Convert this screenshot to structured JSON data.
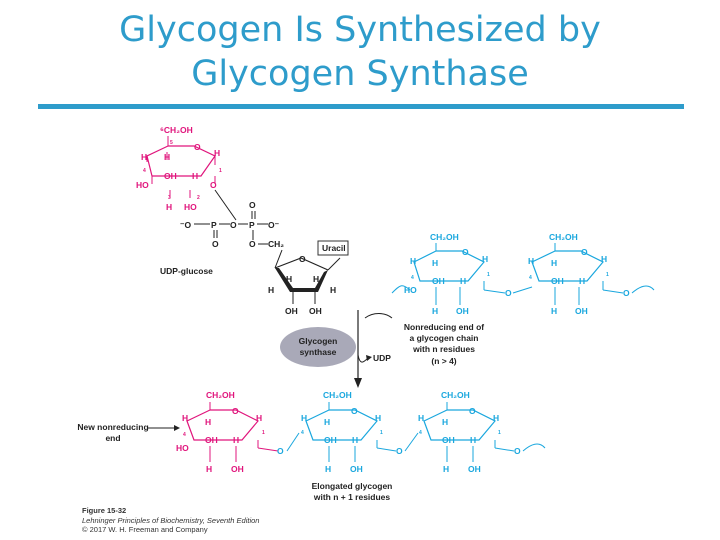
{
  "title_line1": "Glycogen Is Synthesized by",
  "title_line2": "Glycogen Synthase",
  "colors": {
    "title": "#2E9CCB",
    "glucose_new": "#E0157C",
    "glycogen_chain": "#1AA7DE",
    "enzyme_fill": "#A9A9B8",
    "bond": "#222222"
  },
  "labels": {
    "udp_glucose": "UDP-glucose",
    "uracil": "Uracil",
    "enzyme_line1": "Glycogen",
    "enzyme_line2": "synthase",
    "udp": "UDP",
    "nonreducing_1": "Nonreducing end of",
    "nonreducing_2": "a glycogen chain",
    "nonreducing_3": "with n residues",
    "nonreducing_4": "(n > 4)",
    "new_end_1": "New nonreducing",
    "new_end_2": "end",
    "elongated_1": "Elongated glycogen",
    "elongated_2": "with n + 1 residues"
  },
  "atoms": {
    "ch2oh": "CH₂OH",
    "ch2oh_6": "⁶CH₂OH",
    "h": "H",
    "oh": "OH",
    "ho": "HO",
    "o": "O",
    "p": "P",
    "o_minus": "O⁻",
    "minus_o": "⁻O",
    "ch2": "CH₂",
    "n1": "1",
    "n2": "2",
    "n3": "3",
    "n4": "4",
    "n5": "5"
  },
  "caption": {
    "figure": "Figure 15-32",
    "book": "Lehninger Principles of Biochemistry, Seventh Edition",
    "copyright": "© 2017 W. H. Freeman and Company"
  }
}
